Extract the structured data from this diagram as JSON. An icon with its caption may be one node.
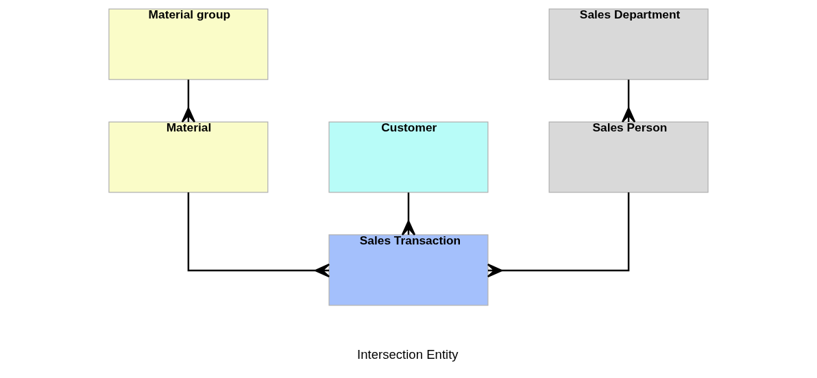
{
  "diagram": {
    "nodes": [
      {
        "text": [
          "Material group"
        ]
      },
      {
        "text": [
          "Sales Department"
        ]
      },
      {
        "text": [
          "Customer"
        ]
      },
      {
        "text": [
          "Material"
        ]
      },
      {
        "text": [
          "Sales Person"
        ]
      },
      {
        "text": [
          "Sales Transaction"
        ],
        "beside": [
          "Intersection Entity"
        ]
      }
    ],
    "edges": [
      {
        "from": 0,
        "to": 3,
        "arrow": "other"
      },
      {
        "from": 1,
        "to": 4,
        "arrow": "other"
      },
      {
        "from": 3,
        "to": 5,
        "arrow": "other"
      },
      {
        "from": 2,
        "to": 5,
        "arrow": "other"
      },
      {
        "from": 4,
        "to": 5,
        "arrow": "other"
      }
    ]
  }
}
